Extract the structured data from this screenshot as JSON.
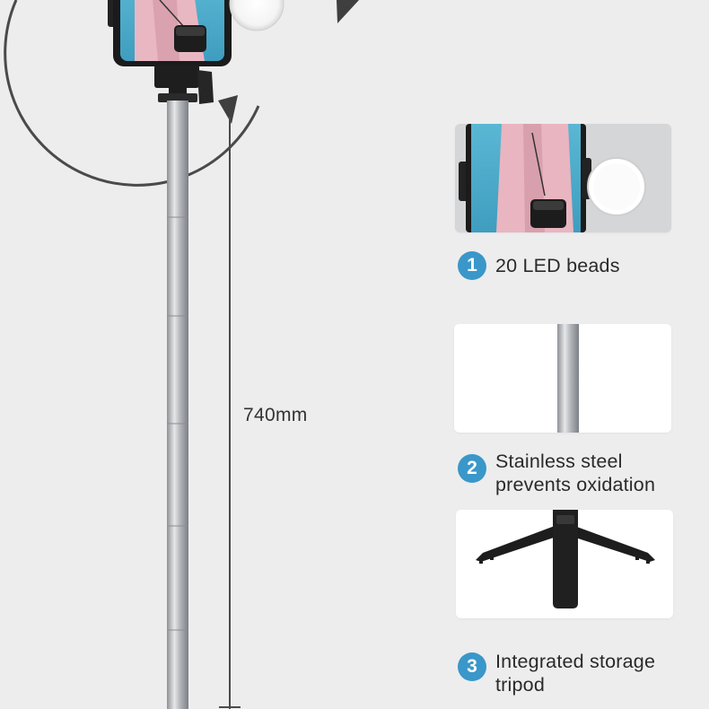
{
  "measurement": {
    "label": "740mm"
  },
  "features": [
    {
      "number": "1",
      "lines": [
        "20 LED beads"
      ]
    },
    {
      "number": "2",
      "lines": [
        "Stainless steel",
        "prevents oxidation"
      ]
    },
    {
      "number": "3",
      "lines": [
        "Integrated storage",
        "tripod"
      ]
    }
  ],
  "colors": {
    "background": "#ededee",
    "badge": "#3a97c9",
    "pink_coat": "#e7b6c0",
    "phone_screen": "#4aa9c9"
  },
  "icons": [
    "ring-light-icon",
    "phone-holder-icon",
    "tripod-icon"
  ]
}
